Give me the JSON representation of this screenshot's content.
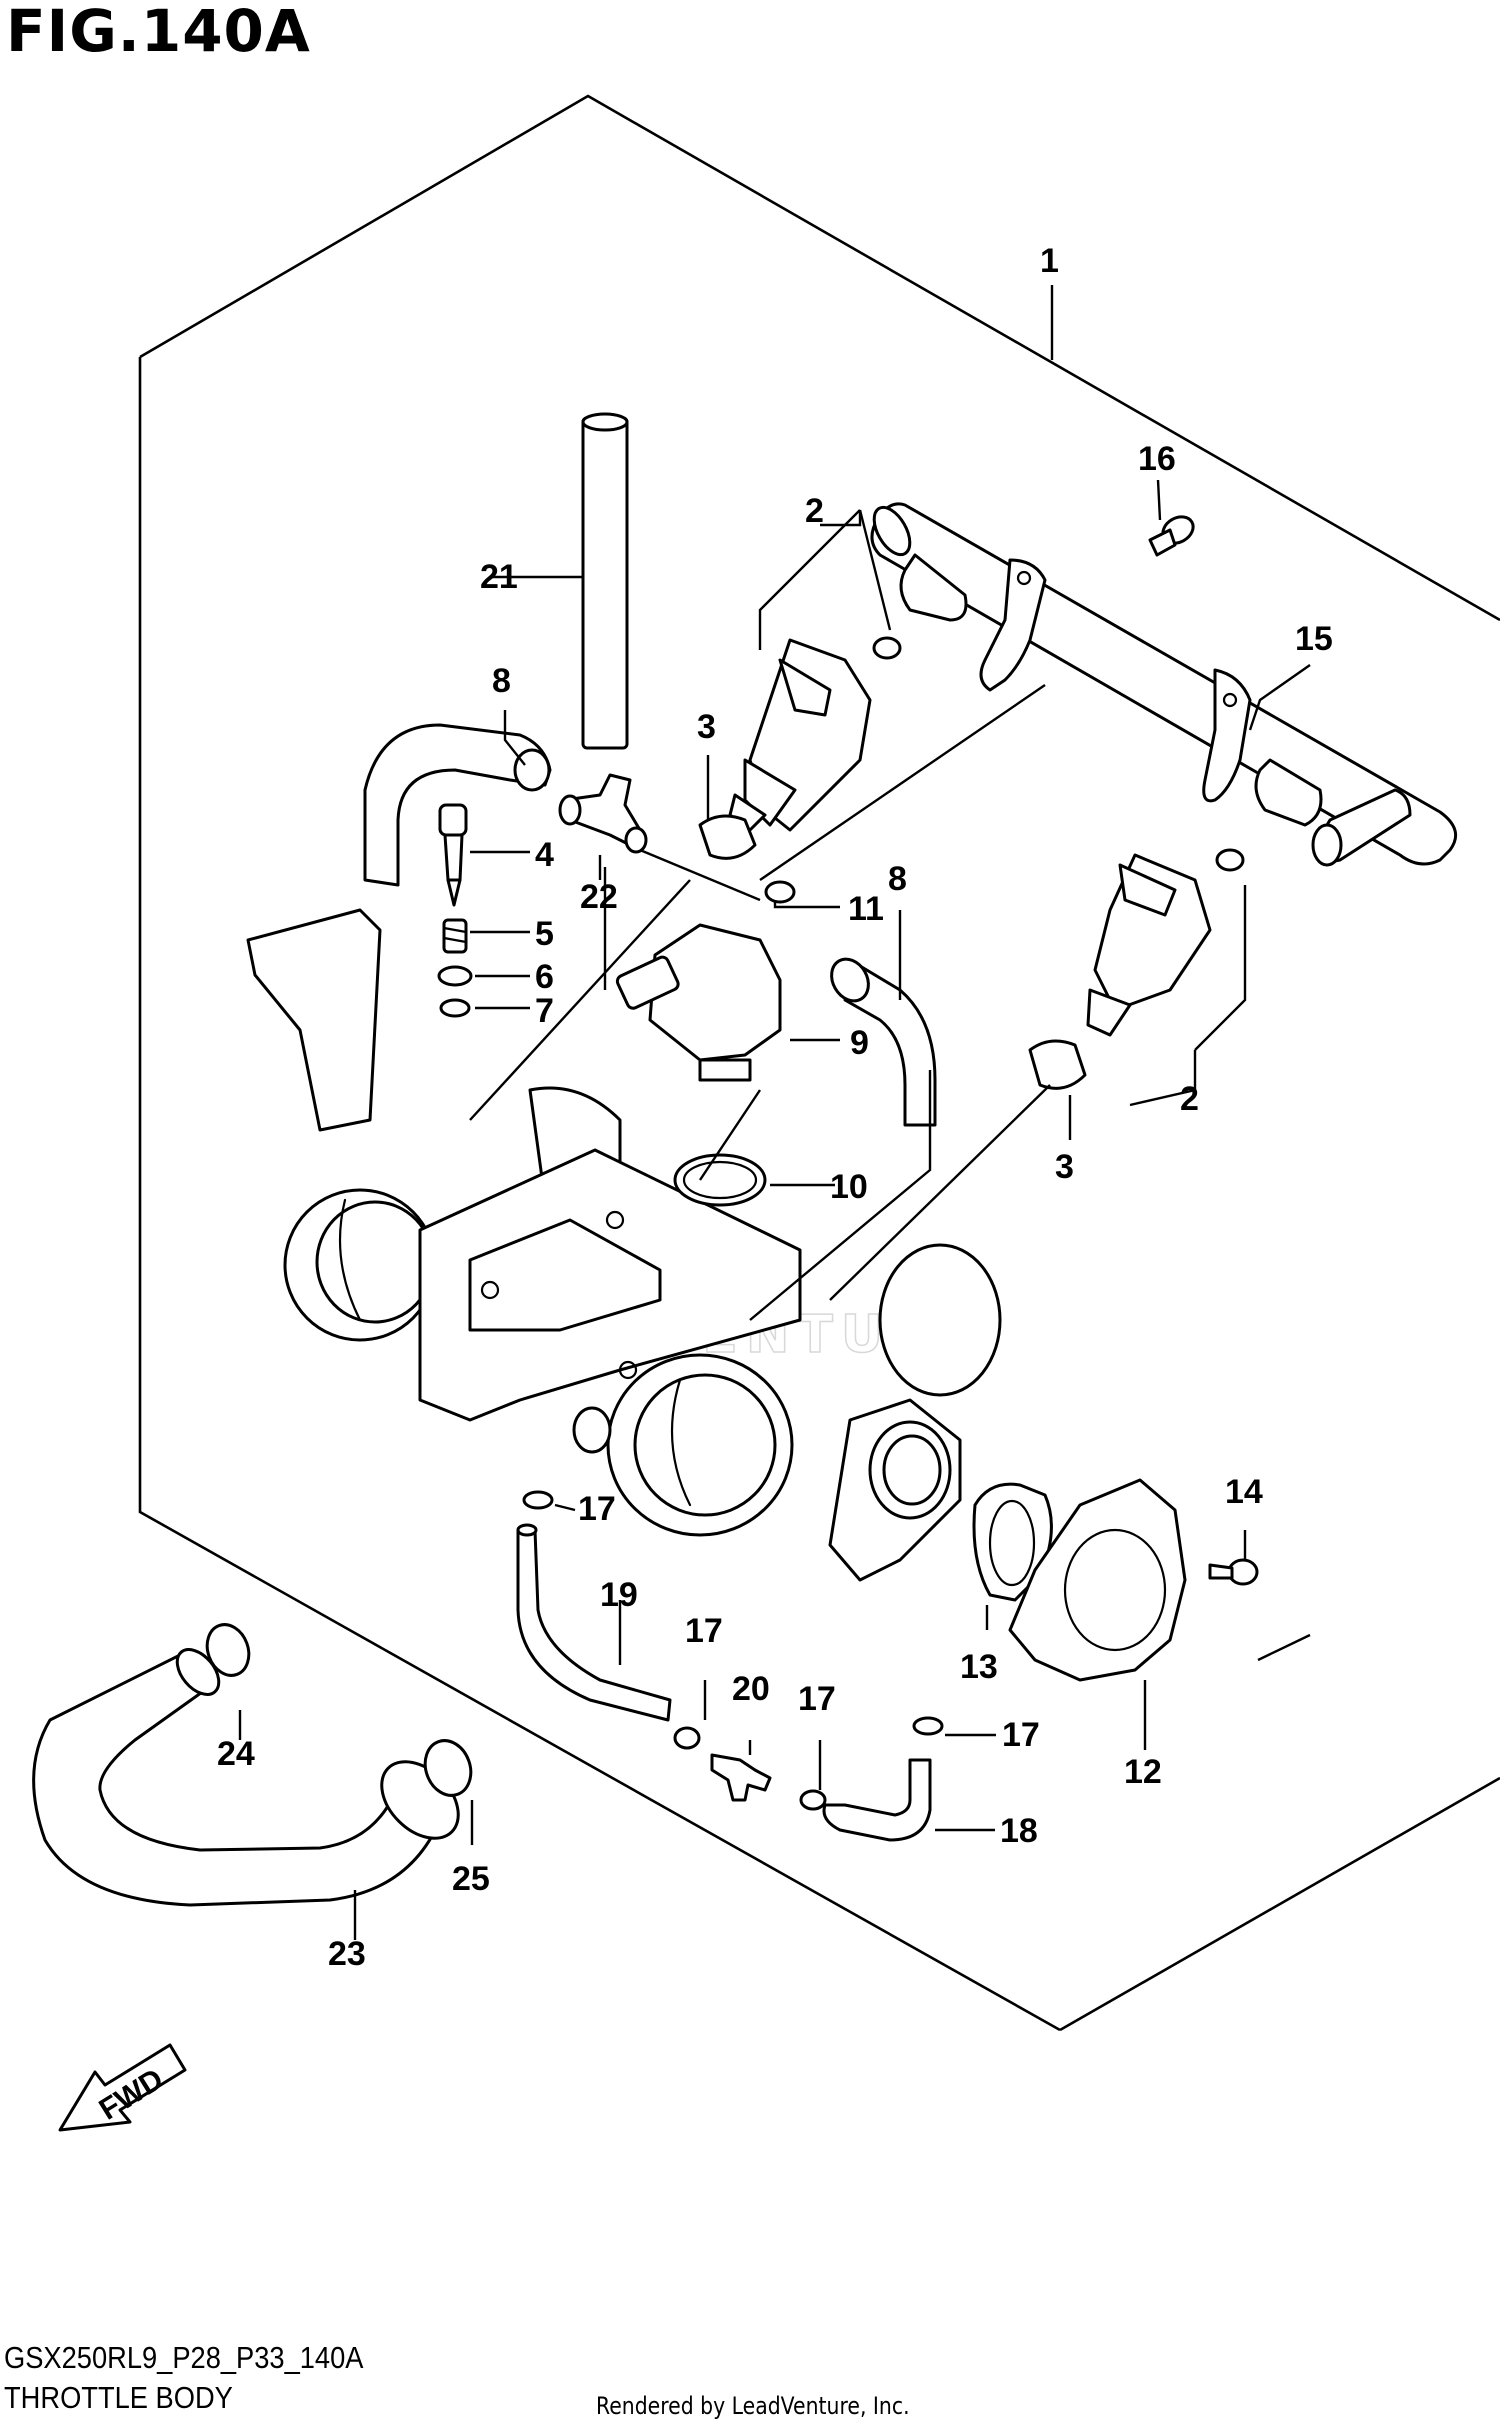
{
  "figure": {
    "title": "FIG.140A",
    "model_code": "GSX250RL9_P28_P33_140A",
    "section_title": "THROTTLE BODY",
    "credit": "Rendered by LeadVenture, Inc.",
    "watermark": "LEADVENTURE",
    "fwd_label": "FWD"
  },
  "callouts": {
    "c1": "1",
    "c2a": "2",
    "c2b": "2",
    "c3a": "3",
    "c3b": "3",
    "c4": "4",
    "c5": "5",
    "c6": "6",
    "c7": "7",
    "c8a": "8",
    "c8b": "8",
    "c9": "9",
    "c10": "10",
    "c11": "11",
    "c12": "12",
    "c13": "13",
    "c14": "14",
    "c15": "15",
    "c16": "16",
    "c17a": "17",
    "c17b": "17",
    "c17c": "17",
    "c17d": "17",
    "c18": "18",
    "c19": "19",
    "c20": "20",
    "c21": "21",
    "c22": "22",
    "c23": "23",
    "c24": "24",
    "c25": "25"
  }
}
